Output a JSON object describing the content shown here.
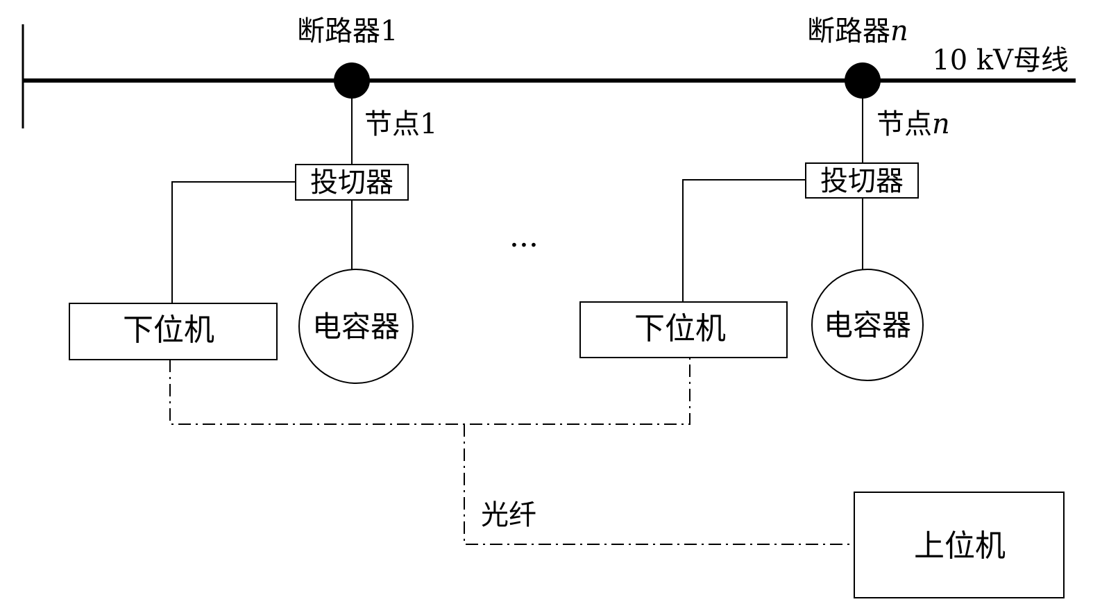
{
  "bus": {
    "label": "10 kV母线"
  },
  "branches": [
    {
      "breaker_prefix": "断路器",
      "breaker_index": "1",
      "node_prefix": "节点",
      "node_index": "1",
      "switch_label": "投切器",
      "lower_machine_label": "下位机",
      "capacitor_label": "电容器"
    },
    {
      "breaker_prefix": "断路器",
      "breaker_index": "n",
      "node_prefix": "节点",
      "node_index": "n",
      "switch_label": "投切器",
      "lower_machine_label": "下位机",
      "capacitor_label": "电容器"
    }
  ],
  "ellipsis": "···",
  "fiber_label": "光纤",
  "upper_machine_label": "上位机",
  "colors": {
    "line": "#000000",
    "background": "#ffffff"
  }
}
